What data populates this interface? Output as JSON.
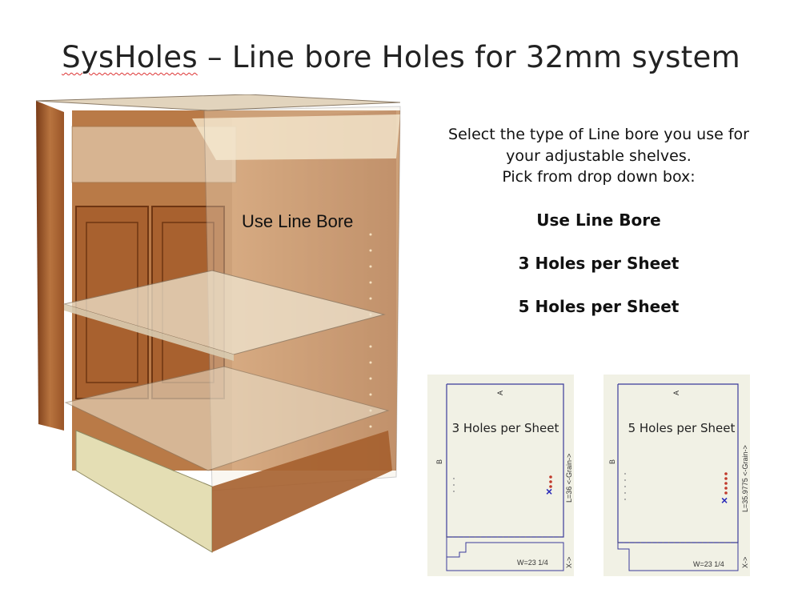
{
  "slide": {
    "title_prefix": "SysHoles",
    "title_rest": " – Line bore Holes for 32mm system",
    "cabinet_label": "Use Line Bore",
    "instructions": [
      "Select the type of Line bore you use for",
      "your adjustable shelves.",
      "Pick from drop down box:"
    ],
    "options": [
      "Use Line Bore",
      "3 Holes per Sheet",
      "5 Holes per Sheet"
    ]
  },
  "panels": [
    {
      "label": "3 Holes per Sheet",
      "edge_a": "A",
      "edge_b": "B",
      "grain": "L=36 <-Grain->",
      "width": "W=23 1/4",
      "x_arrow": "X->",
      "red_dots": 3
    },
    {
      "label": "5 Holes per Sheet",
      "edge_a": "A",
      "edge_b": "B",
      "grain": "L=35.9775 <-Grain->",
      "width": "W=23 1/4",
      "x_arrow": "X->",
      "red_dots": 5
    }
  ],
  "colors": {
    "wood_dark": "#8b4a22",
    "wood_mid": "#b9743f",
    "shelf_glass": "#e9dcc4",
    "panel_bg": "#f1f1e5",
    "panel_border": "#3b3b9a",
    "dot_red": "#c0392b",
    "mark_blue": "#2a2ab8"
  }
}
